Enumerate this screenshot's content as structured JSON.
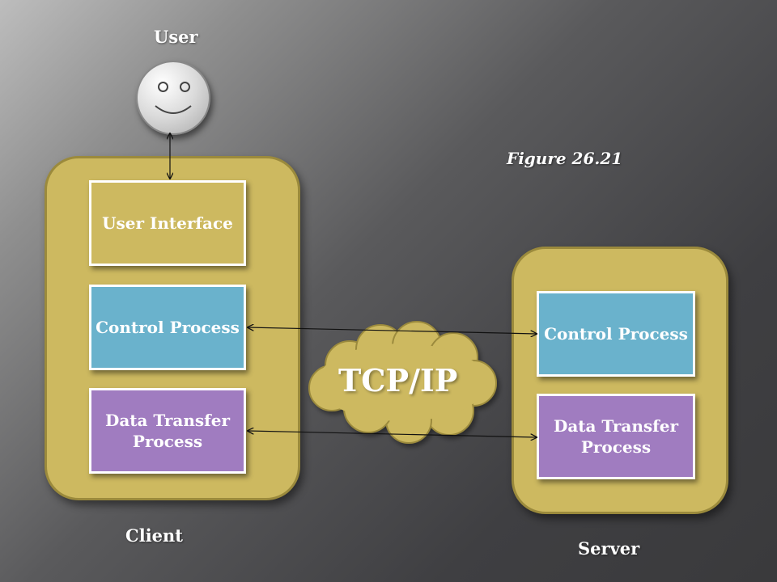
{
  "figure_caption": "Figure 26.21",
  "labels": {
    "user": "User",
    "client": "Client",
    "server": "Server",
    "network": "TCP/IP"
  },
  "client": {
    "user_interface": "User Interface",
    "control_process": "Control Process",
    "data_transfer_process": "Data Transfer Process"
  },
  "server": {
    "control_process": "Control Process",
    "data_transfer_process": "Data Transfer Process"
  },
  "colors": {
    "container_fill": "#cdb960",
    "control_process_fill": "#6ab2cc",
    "data_transfer_fill": "#a07cc0",
    "cloud_fill": "#cdb960"
  },
  "icons": {
    "user": "smiley-face-icon",
    "network": "cloud-icon"
  }
}
